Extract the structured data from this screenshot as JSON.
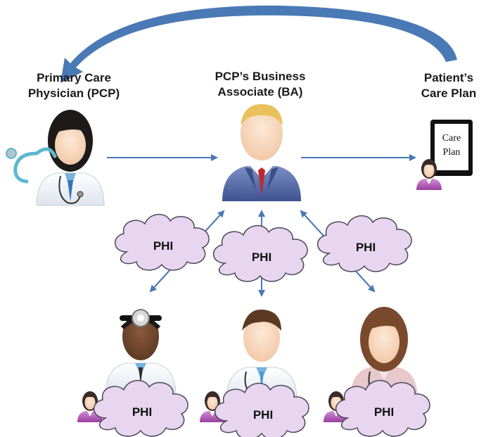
{
  "nodes": {
    "pcp": {
      "line1": "Primary Care",
      "line2": "Physician (PCP)"
    },
    "ba": {
      "line1": "PCP’s Business",
      "line2": "Associate (BA)"
    },
    "care_plan": {
      "line1": "Patient’s",
      "line2": "Care Plan"
    }
  },
  "tablet": {
    "line1": "Care",
    "line2": "Plan"
  },
  "phi_clouds": [
    {
      "label": "PHI"
    },
    {
      "label": "PHI"
    },
    {
      "label": "PHI"
    },
    {
      "label": "PHI"
    },
    {
      "label": "PHI"
    },
    {
      "label": "PHI"
    }
  ],
  "colors": {
    "arrow": "#4a7ab5",
    "cloud_fill": "#e8d5ef",
    "cloud_stroke": "#4a4a5a",
    "patient_top": "#b565b8",
    "doctor_coat": "#ffffff",
    "ba_suit": "#5a6fa6",
    "ba_tie": "#c0272d"
  }
}
